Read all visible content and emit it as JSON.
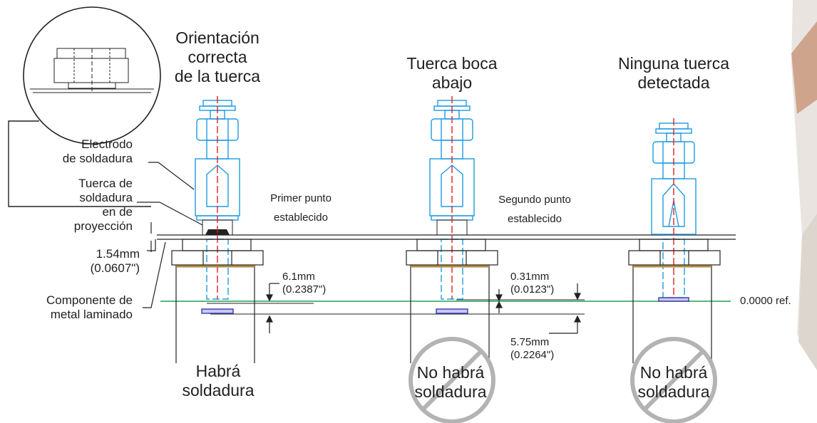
{
  "columns": {
    "correct": {
      "title": [
        "Orientación",
        "correcta",
        "de la tuerca"
      ],
      "result": [
        "Habrá",
        "soldadura"
      ]
    },
    "upside_down": {
      "title": [
        "Tuerca boca",
        "abajo"
      ],
      "result": [
        "No habrá",
        "soldadura"
      ]
    },
    "none": {
      "title": [
        "Ninguna tuerca",
        "detectada"
      ],
      "result": [
        "No habrá",
        "soldadura"
      ]
    }
  },
  "labels": {
    "electrode": [
      "Electrodo",
      "de soldadura"
    ],
    "nut": [
      "Tuerca de",
      "soldadura",
      "en de",
      "proyección"
    ],
    "sheet": [
      "Componente de",
      "metal laminado"
    ],
    "first_set_point": [
      "Primer punto",
      "establecido"
    ],
    "second_set_point": [
      "Segundo punto",
      "establecido"
    ],
    "reference": "0.0000 ref."
  },
  "dimensions": {
    "sheet_thickness": [
      "1.54mm",
      "(0.0607\")"
    ],
    "first_gap": [
      "6.1mm",
      "(0.2387\")"
    ],
    "second_gap": [
      "0.31mm",
      "(0.0123\")"
    ],
    "third_gap": [
      "5.75mm",
      "(0.2264\")"
    ]
  },
  "colors": {
    "electrode": "#1e9be0",
    "centerline": "#e02020",
    "reference_line": "#20a050",
    "no_symbol": "#b3b3b3",
    "base_plate": "#b08a40",
    "pin": "#3a3aa0"
  },
  "icons": [
    "magnifier-circle-icon",
    "prohibited-icon"
  ]
}
